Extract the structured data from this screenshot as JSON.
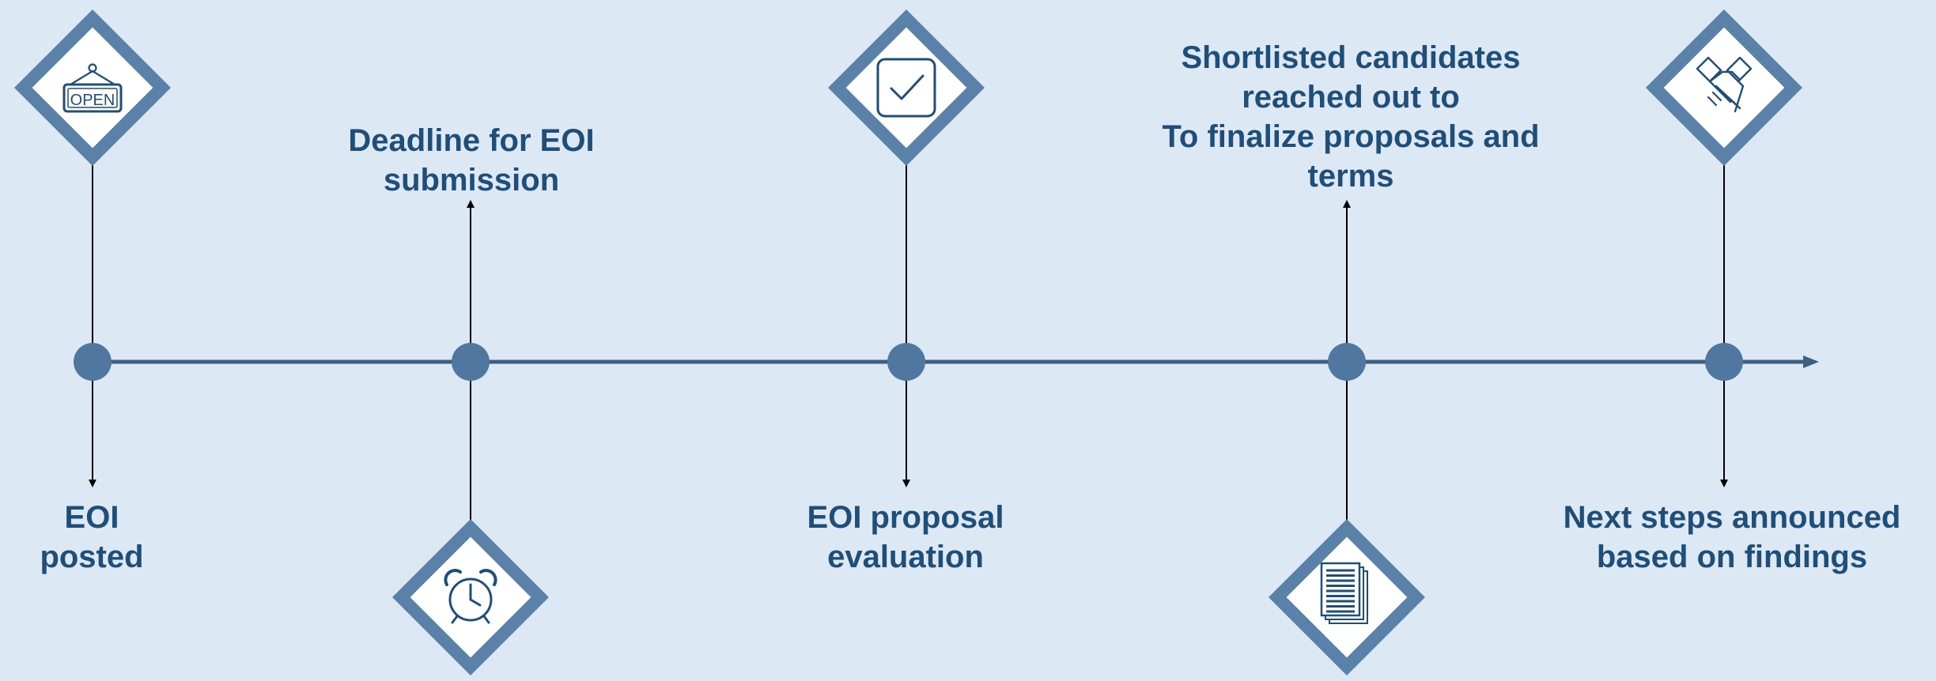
{
  "colors": {
    "background": "#dde8f5",
    "diamond_border": "#5a82a8",
    "diamond_fill": "#ffffff",
    "node": "#4f77a0",
    "axis": "#3c5f82",
    "connector": "#000000",
    "text": "#1f4e79",
    "icon": "#1f4e79"
  },
  "milestones": [
    {
      "id": "eoi-posted",
      "icon": "open-sign-icon",
      "lines": [
        "EOI",
        "posted"
      ]
    },
    {
      "id": "eoi-deadline",
      "icon": "alarm-clock-icon",
      "lines": [
        "Deadline for EOI",
        "submission"
      ]
    },
    {
      "id": "eoi-evaluation",
      "icon": "checkbox-icon",
      "lines": [
        "EOI proposal",
        "evaluation"
      ]
    },
    {
      "id": "shortlist-outreach",
      "icon": "documents-icon",
      "lines": [
        "Shortlisted candidates",
        "reached out to",
        "To finalize proposals and",
        "terms"
      ]
    },
    {
      "id": "next-steps",
      "icon": "handshake-icon",
      "lines": [
        "Next steps announced",
        "based on findings"
      ]
    }
  ],
  "icon_text": {
    "open_sign": "OPEN"
  }
}
